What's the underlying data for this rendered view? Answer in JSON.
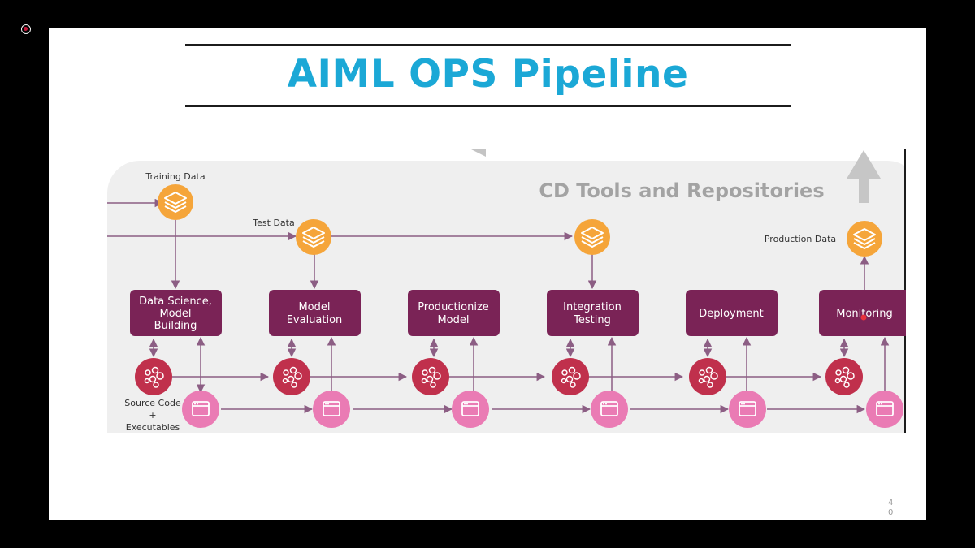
{
  "slide": {
    "title": "AIML OPS Pipeline",
    "page_number": "40"
  },
  "diagram": {
    "panel_title": "CD Tools and Repositories",
    "inputs": {
      "training_data": "Training Data",
      "test_data": "Test Data",
      "production_data": "Production Data",
      "source_code": [
        "Source Code",
        "+",
        "Executables"
      ]
    },
    "stages": [
      {
        "id": "data-science",
        "lines": [
          "Data Science,",
          "Model",
          "Building"
        ]
      },
      {
        "id": "model-evaluation",
        "lines": [
          "Model",
          "Evaluation"
        ]
      },
      {
        "id": "productionize-model",
        "lines": [
          "Productionize",
          "Model"
        ]
      },
      {
        "id": "integration-testing",
        "lines": [
          "Integration",
          "Testing"
        ]
      },
      {
        "id": "deployment",
        "lines": [
          "Deployment"
        ]
      },
      {
        "id": "monitoring",
        "lines": [
          "Monitoring"
        ]
      }
    ],
    "colors": {
      "stage_box": "#7a2356",
      "code_node": "#c0304c",
      "artifact_node": "#ea7bb4",
      "data_node": "#f5a53a",
      "arrow": "#8c5e84",
      "title": "#1ba8d6"
    }
  }
}
